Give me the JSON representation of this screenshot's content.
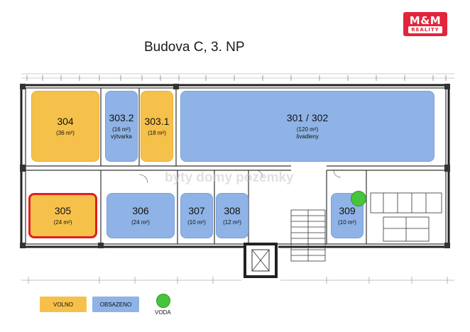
{
  "brand": {
    "line1": "M&M",
    "line2": "REALITY"
  },
  "title": "Budova C, 3. NP",
  "watermark": "byty domy pozemky",
  "rooms": [
    {
      "id": "304",
      "area": "(36 m²)",
      "desc": "",
      "status": "volno"
    },
    {
      "id": "303.2",
      "area": "(16 m²)",
      "desc": "výtvarka",
      "status": "obsazeno"
    },
    {
      "id": "303.1",
      "area": "(18 m²)",
      "desc": "",
      "status": "volno"
    },
    {
      "id": "301 / 302",
      "area": "(120 m²)",
      "desc": "švadleny",
      "status": "obsazeno"
    },
    {
      "id": "305",
      "area": "(24 m²)",
      "desc": "",
      "status": "volno"
    },
    {
      "id": "306",
      "area": "(24 m²)",
      "desc": "",
      "status": "obsazeno"
    },
    {
      "id": "307",
      "area": "(10 m²)",
      "desc": "",
      "status": "obsazeno"
    },
    {
      "id": "308",
      "area": "(12 m²)",
      "desc": "",
      "status": "obsazeno"
    },
    {
      "id": "309",
      "area": "(10 m²)",
      "desc": "",
      "status": "obsazeno"
    }
  ],
  "legend": {
    "free": "VOLNO",
    "occupied": "OBSAZENO",
    "water": "VODA"
  },
  "colors": {
    "free": "#f6c14a",
    "occupied": "#8fb3e6",
    "water": "#48c43c",
    "highlight": "#e02020",
    "brand": "#e2253a"
  }
}
